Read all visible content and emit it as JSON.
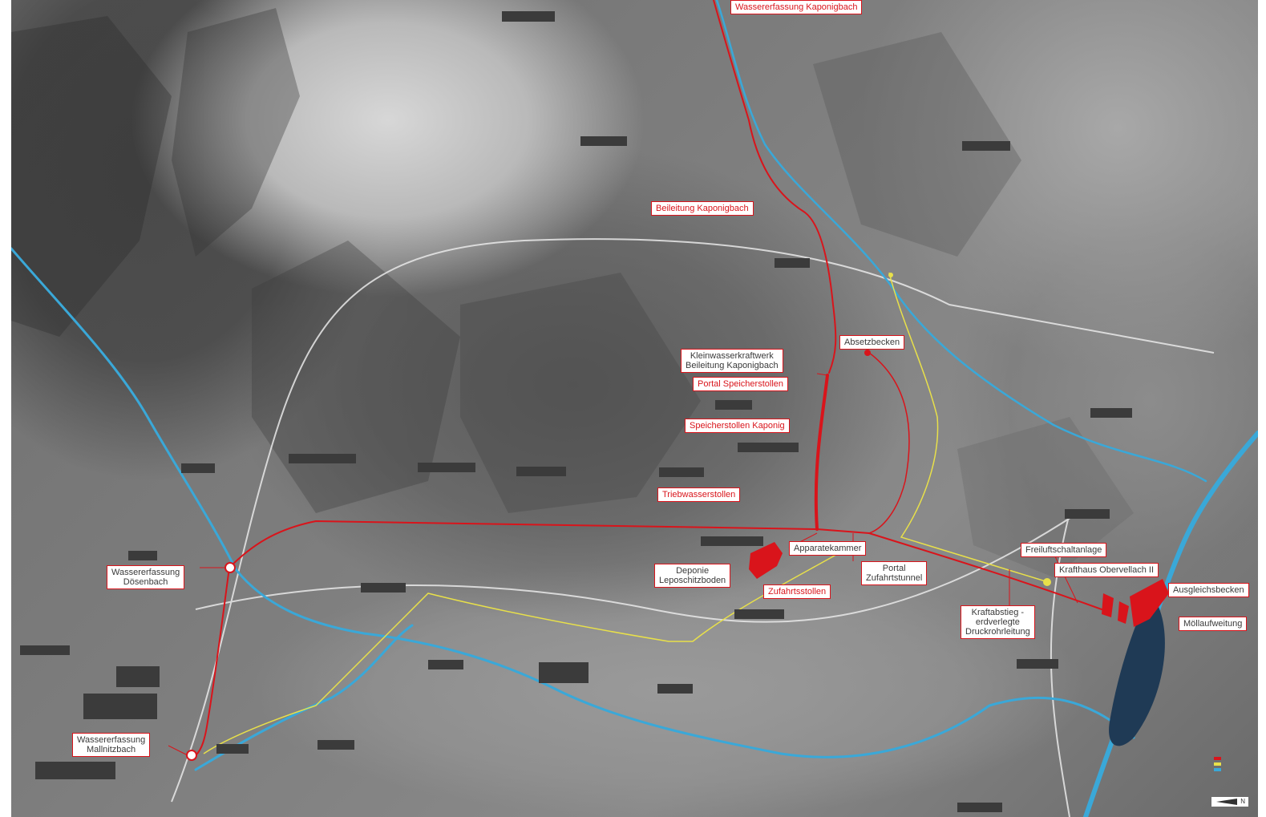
{
  "labels": {
    "wasserfassung_kaponigbach": "Wassererfassung Kaponigbach",
    "beileitung_kaponigbach": "Beileitung Kaponigbach",
    "absetzbecken": "Absetzbecken",
    "kleinwasserkraftwerk_line1": "Kleinwasserkraftwerk",
    "kleinwasserkraftwerk_line2": "Beileitung Kaponigbach",
    "portal_speicherstollen": "Portal Speicherstollen",
    "speicherstollen_kaponig": "Speicherstollen Kaponig",
    "triebwasserstollen": "Triebwasserstollen",
    "apparatekammer": "Apparatekammer",
    "deponie_line1": "Deponie",
    "deponie_line2": "Leposchitzboden",
    "zufahrtsstollen": "Zufahrtsstollen",
    "portal_zufahrt_line1": "Portal",
    "portal_zufahrt_line2": "Zufahrtstunnel",
    "freiluftschaltanlage": "Freiluftschaltanlage",
    "krafthaus": "Krafthaus Obervellach II",
    "ausgleichsbecken": "Ausgleichsbecken",
    "moellaufweitung": "Möllaufweitung",
    "kraftabstieg_line1": "Kraftabstieg -",
    "kraftabstieg_line2": "erdverlegte",
    "kraftabstieg_line3": "Druckrohrleitung",
    "wasserfassung_dosenbach_line1": "Wassererfassung",
    "wasserfassung_dosenbach_line2": "Dösenbach",
    "wasserfassung_mallnitzbach_line1": "Wassererfassung",
    "wasserfassung_mallnitzbach_line2": "Mallnitzbach"
  },
  "colors": {
    "waterway": "#d9141b",
    "river": "#3aa8d8",
    "power_line": "#e8e04a",
    "road": "#e6e6e6",
    "label_border": "#d9141b"
  },
  "legend": {
    "items": [
      "red",
      "yellow",
      "blue"
    ]
  },
  "north_arrow": "N"
}
